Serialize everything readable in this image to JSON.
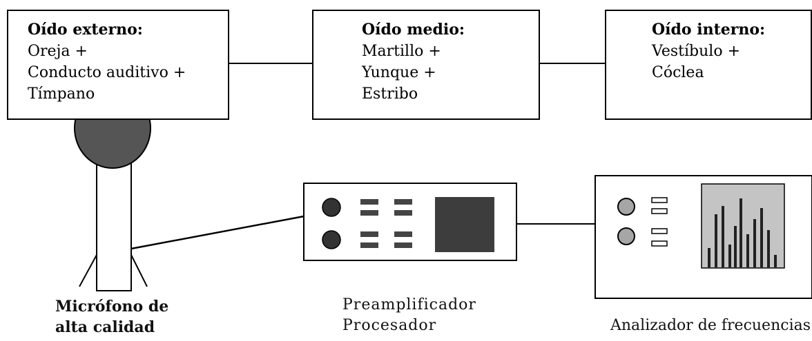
{
  "ear": {
    "outer": {
      "title": "Oído externo:",
      "lines": [
        "Oreja +",
        "Conducto auditivo +",
        "Tímpano"
      ]
    },
    "middle": {
      "title": "Oído medio:",
      "lines": [
        "Martillo +",
        "Yunque +",
        "Estribo"
      ]
    },
    "inner": {
      "title": "Oído interno:",
      "lines": [
        "Vestíbulo +",
        "Cóclea"
      ]
    }
  },
  "devices": {
    "microphone": {
      "label_line1": "Micrófono de",
      "label_line2": "alta calidad"
    },
    "preamplifier": {
      "label_line1": "Preamplificador",
      "label_line2": "Procesador"
    },
    "analyzer": {
      "label": "Analizador de frecuencias"
    }
  },
  "colors": {
    "line": "#000000",
    "mic_head": "#555555",
    "panel_dark": "#3d3d3d",
    "knob_light": "#a6a6a6",
    "spectrum_bg": "#c4c4c4"
  },
  "icons": [
    "microphone-icon",
    "preamplifier-icon",
    "frequency-analyzer-icon"
  ]
}
